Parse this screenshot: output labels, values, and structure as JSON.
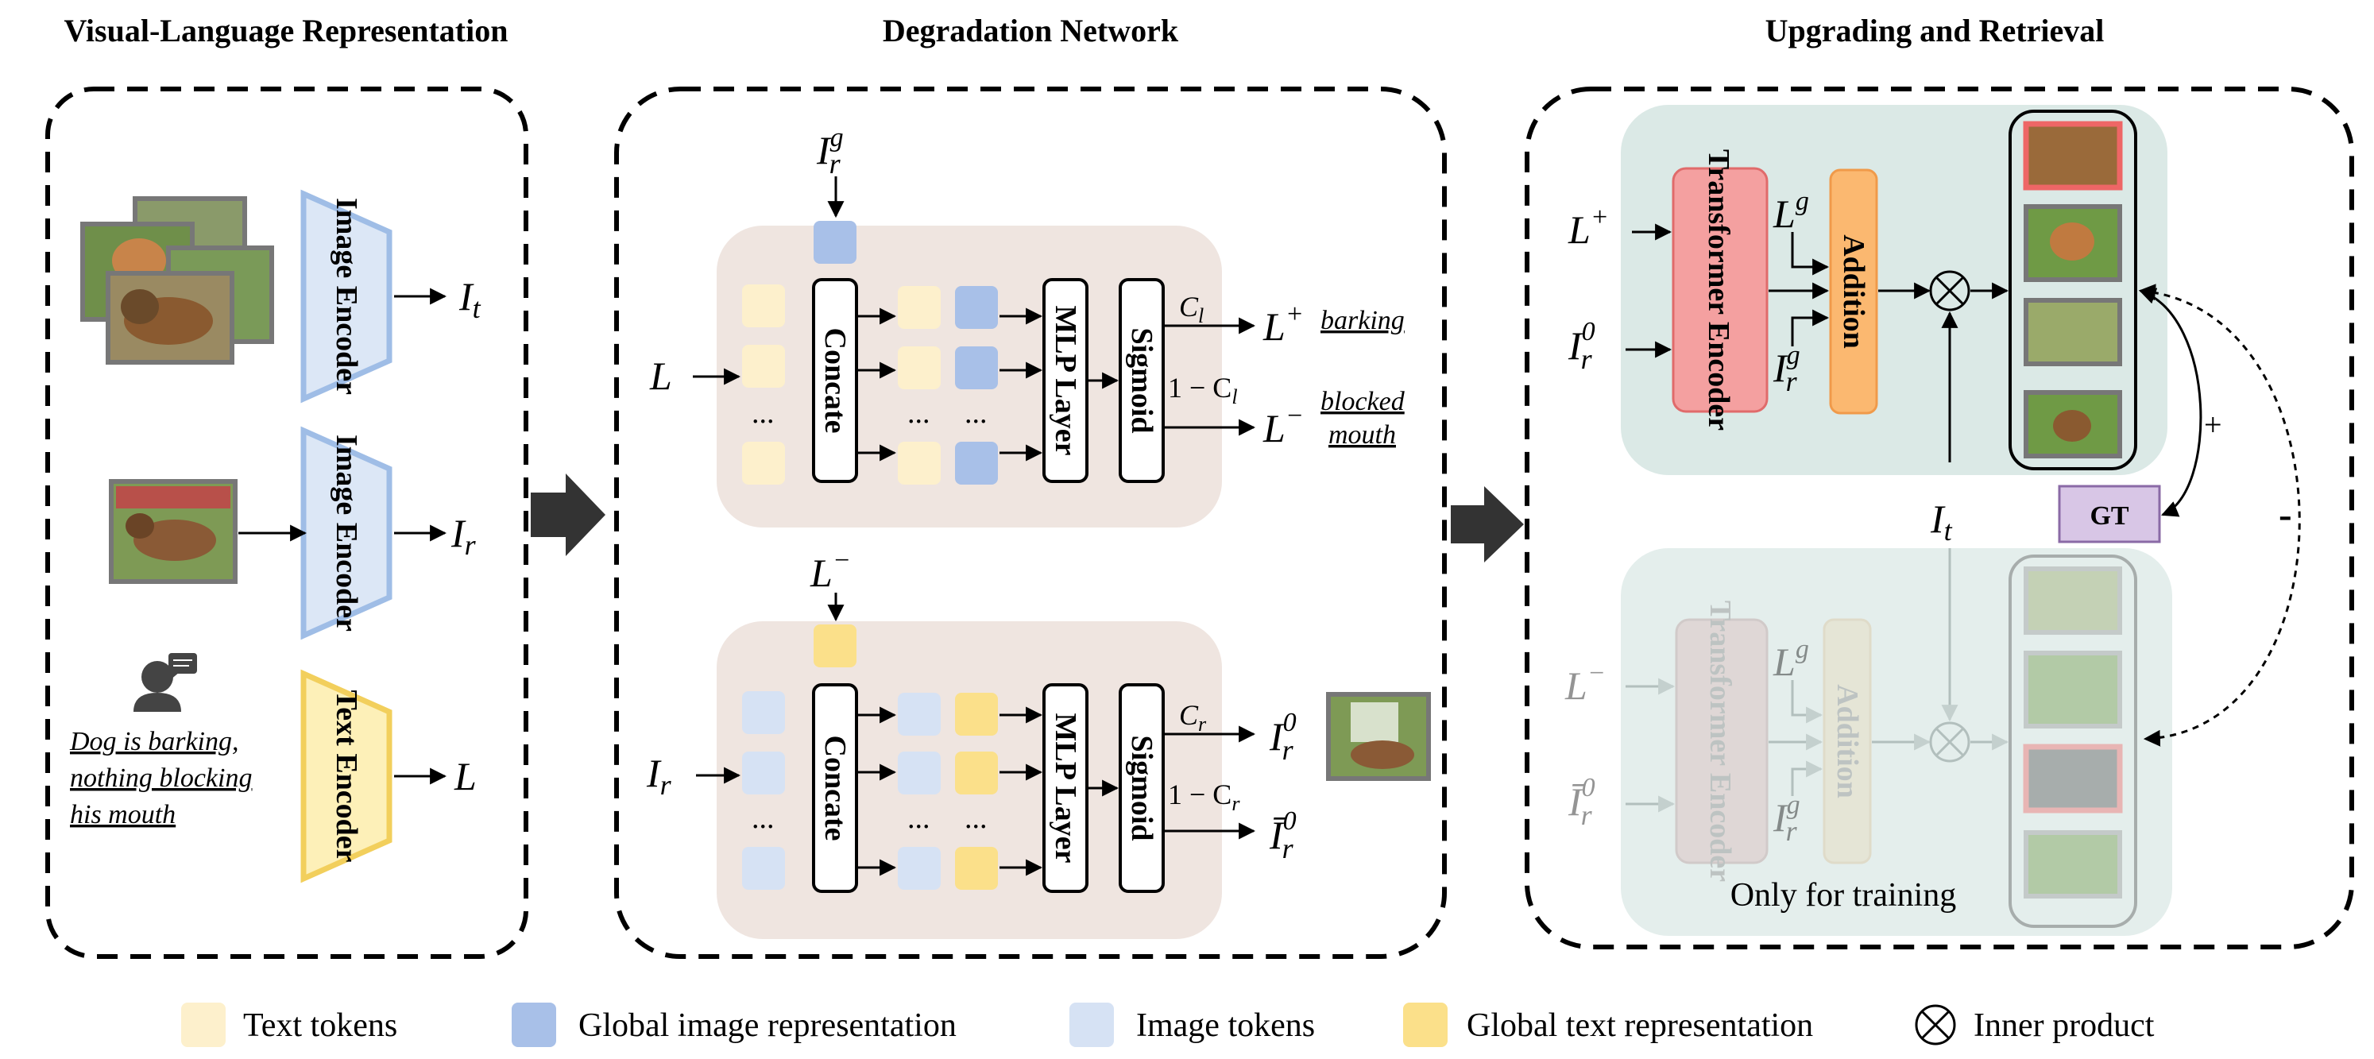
{
  "titles": {
    "left": "Visual-Language Representation",
    "middle": "Degradation Network",
    "right": "Upgrading and Retrieval"
  },
  "left_panel": {
    "image_encoder": "Image Encoder",
    "text_encoder": "Text Encoder",
    "out_top": "I",
    "out_top_sub": "t",
    "out_mid": "I",
    "out_mid_sub": "r",
    "out_bottom": "L",
    "caption_lines": [
      "Dog is barking,",
      "nothing blocking",
      "his mouth"
    ]
  },
  "middle_panel": {
    "concate": "Concate",
    "mlp": "MLP Layer",
    "sigmoid": "Sigmoid",
    "dots": "...",
    "top_block": {
      "extra_in_base": "I",
      "extra_in_sub": "r",
      "extra_in_sup": "g",
      "input": "L",
      "coef_pos": "C",
      "coef_pos_sub": "l",
      "coef_neg_prefix": "1 − C",
      "coef_neg_sub": "l",
      "out_pos": "L",
      "out_pos_sup": "+",
      "out_pos_note": "barking",
      "out_neg": "L",
      "out_neg_sup": "−",
      "out_neg_note_lines": [
        "blocked",
        "mouth"
      ]
    },
    "bottom_block": {
      "extra_in_base": "L",
      "extra_in_sup": "−",
      "input": "I",
      "input_sub": "r",
      "coef_pos": "C",
      "coef_pos_sub": "r",
      "coef_neg_prefix": "1 − C",
      "coef_neg_sub": "r",
      "out_pos": "I",
      "out_pos_sub": "r",
      "out_pos_sup": "0",
      "out_neg": "Ī",
      "out_neg_sub": "r",
      "out_neg_sup": "0"
    }
  },
  "right_panel": {
    "transformer": "Transformer Encoder",
    "addition": "Addition",
    "gt": "GT",
    "plus": "+",
    "minus": "-",
    "footer": "Only for training",
    "top_inputs": [
      {
        "base": "L",
        "sup": "+",
        "sub": ""
      },
      {
        "base": "I",
        "sup": "0",
        "sub": "r"
      }
    ],
    "bottom_inputs": [
      {
        "base": "L",
        "sup": "−",
        "sub": ""
      },
      {
        "base": "Ī",
        "sup": "0",
        "sub": "r"
      }
    ],
    "lg": {
      "base": "L",
      "sup": "g"
    },
    "ig": {
      "base": "I",
      "sup": "g",
      "sub": "r"
    },
    "it": {
      "base": "I",
      "sub": "t"
    }
  },
  "legend": [
    {
      "label": "Text tokens",
      "color": "#fdf0cc",
      "kind": "square"
    },
    {
      "label": "Global image representation",
      "color": "#a8c0e8",
      "kind": "square"
    },
    {
      "label": "Image tokens",
      "color": "#d6e2f4",
      "kind": "square"
    },
    {
      "label": "Global text representation",
      "color": "#fbe08a",
      "kind": "square"
    },
    {
      "label": "Inner product",
      "color": "#000000",
      "kind": "otimes"
    }
  ],
  "colors": {
    "text_token": "#fdf0cc",
    "global_image": "#a8c0e8",
    "image_token": "#d6e2f4",
    "global_text": "#fbe08a",
    "encoder_blue": "#dce7f6",
    "encoder_blue_edge": "#9fbde6",
    "encoder_yellow": "#fdf0b8",
    "encoder_yellow_edge": "#f2cf5c",
    "transformer": "#f4a0a0",
    "addition": "#fbb870",
    "teal_panel": "#dbe9e6",
    "beige_panel": "#efe5e0",
    "gt_box": "#d8c6e6"
  }
}
